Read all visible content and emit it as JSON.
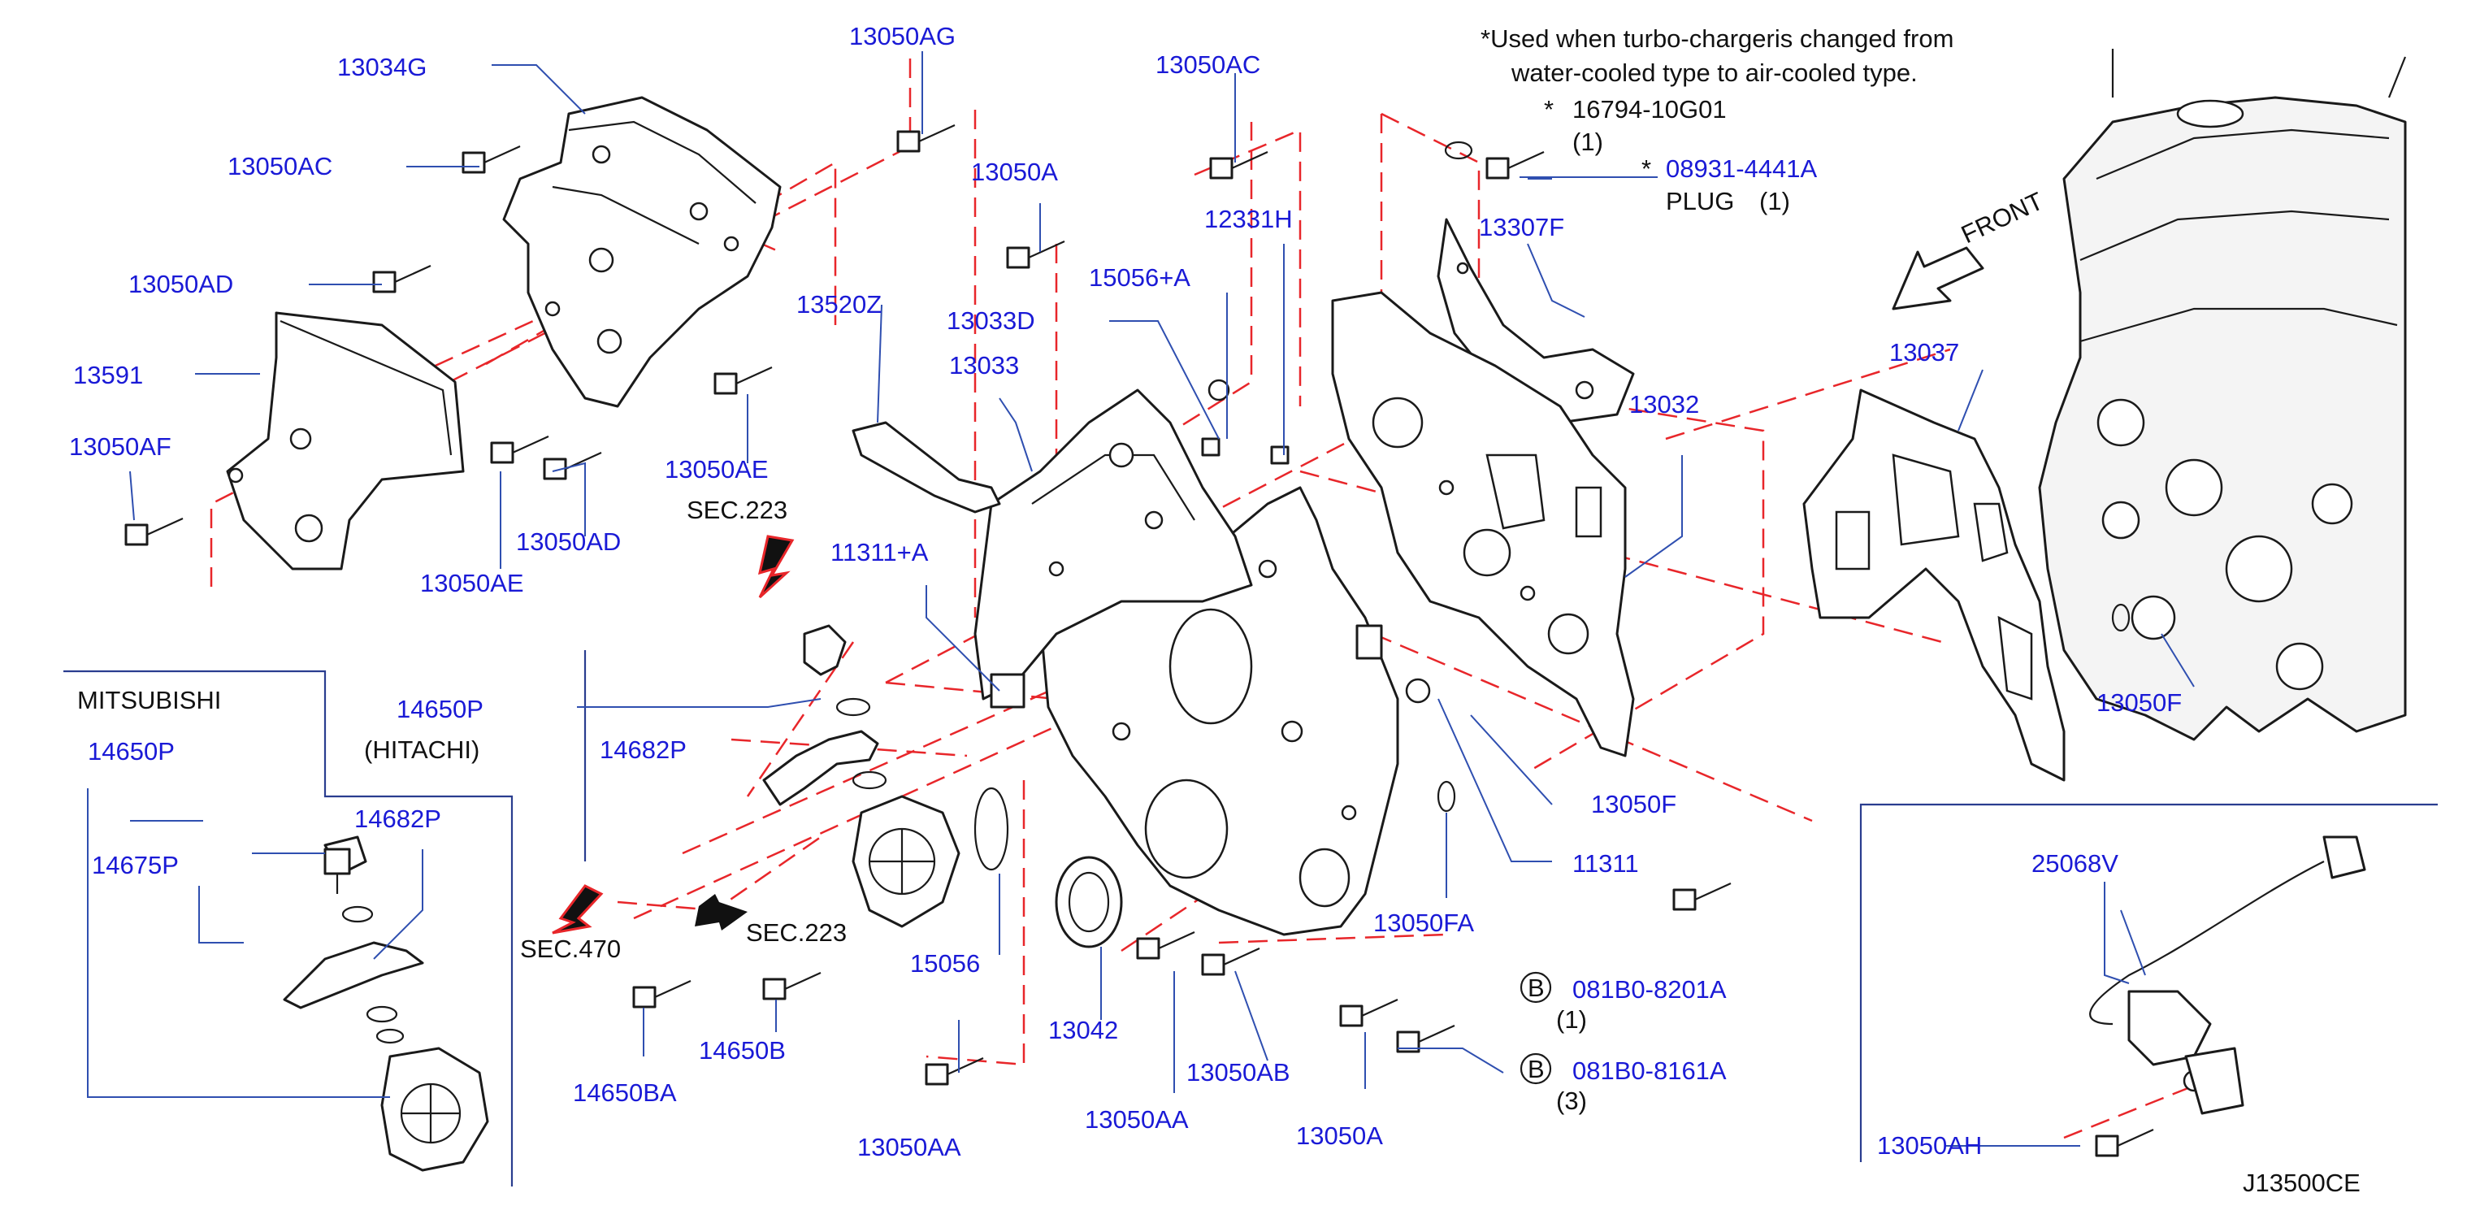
{
  "diagram_id": "J13500CE",
  "note": {
    "line1": "*Used  when  turbo-chargeris  changed  from",
    "line2": "water-cooled  type  to  air-cooled  type."
  },
  "front_label": "FRONT",
  "colors": {
    "part_number": "#1a1ad6",
    "dashed_guide": "#e8262a",
    "leader": "#2f4fb0",
    "text": "#111111"
  },
  "labels": {
    "p13034G": "13034G",
    "p13050AC_left": "13050AC",
    "p13050AD_left": "13050AD",
    "p13591": "13591",
    "p13050AF": "13050AF",
    "p13050AG": "13050AG",
    "p13050AE_mid": "13050AE",
    "p13050AD_mid": "13050AD",
    "p13050AE_low": "13050AE",
    "p13050A_top": "13050A",
    "p13050AC_top": "13050AC",
    "p12331H": "12331H",
    "p15056A": "15056+A",
    "p13033D": "13033D",
    "p13520Z": "13520Z",
    "p13033": "13033",
    "p11311A": "11311+A",
    "p13307F": "13307F",
    "p13032": "13032",
    "p13037": "13037",
    "p13050F_right": "13050F",
    "p13050F_mid": "13050F",
    "p11311": "11311",
    "p13050FA": "13050FA",
    "p15056": "15056",
    "p13042": "13042",
    "p13050AA_a": "13050AA",
    "p13050AB": "13050AB",
    "p13050AA_b": "13050AA",
    "p13050A_low": "13050A",
    "p14650P": "14650P",
    "p14682P": "14682P",
    "p14650B": "14650B",
    "p14650BA": "14650BA",
    "p14650P_mit": "14650P",
    "p14675P": "14675P",
    "p14682P_mit": "14682P",
    "p25068V": "25068V",
    "p13050AH": "13050AH",
    "p16794": "16794-10G01",
    "p08931": "08931-4441A",
    "p081B0_8201A": "081B0-8201A",
    "p081B0_8161A": "081B0-8161A"
  },
  "plain": {
    "sec223_top": "SEC.223",
    "sec223_bot": "SEC.223",
    "sec470": "SEC.470",
    "hitachi": "(HITACHI)",
    "mitsubishi": "MITSUBISHI",
    "plug": "PLUG",
    "qty_plug": "(1)",
    "qty_16794": "(1)",
    "qty_8201A": "(1)",
    "qty_8161A": "(3)",
    "star1": "*",
    "star2": "*",
    "bolt_mark_1": "B",
    "bolt_mark_2": "B"
  }
}
